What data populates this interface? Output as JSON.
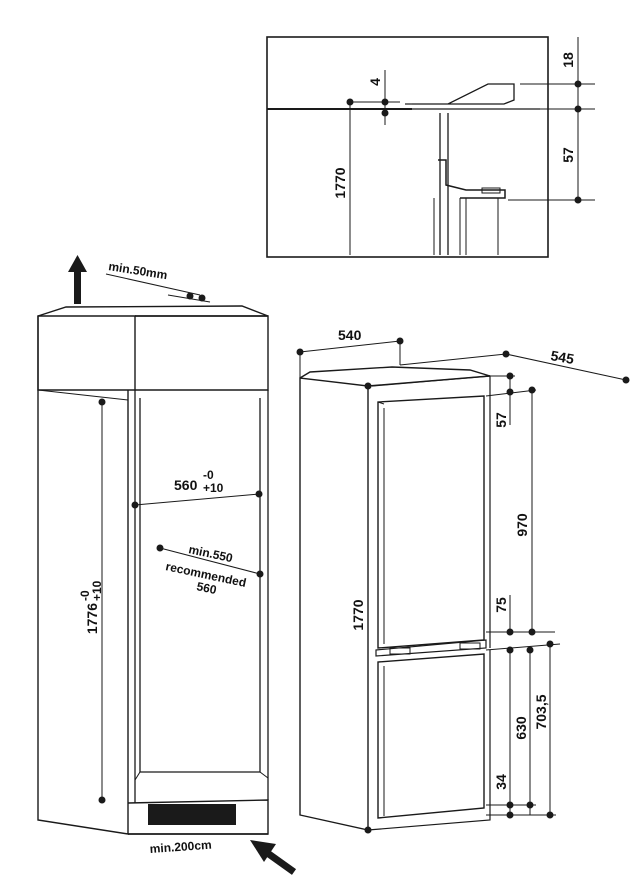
{
  "detail": {
    "dim_18": "18",
    "dim_4": "4",
    "dim_1770": "1770",
    "dim_57": "57"
  },
  "niche": {
    "min_50mm": "min.50mm",
    "width_560": "560",
    "width_560_tol_top": "-0",
    "width_560_tol_bottom": "+10",
    "min_550": "min.550",
    "recommended": "recommended",
    "recommended_560": "560",
    "height_1776": "1776",
    "height_tol_top": "-0",
    "height_tol_bottom": "+10",
    "min_200cm": "min.200cm"
  },
  "appliance": {
    "width_540": "540",
    "depth_545": "545",
    "height_1770": "1770",
    "dim_57": "57",
    "dim_970": "970",
    "dim_75": "75",
    "dim_630": "630",
    "dim_703_5": "703,5",
    "dim_34": "34"
  },
  "colors": {
    "line": "#1a1a1a",
    "background": "#ffffff"
  },
  "icons": [
    "arrow-up-icon",
    "arrow-diagonal-icon"
  ]
}
